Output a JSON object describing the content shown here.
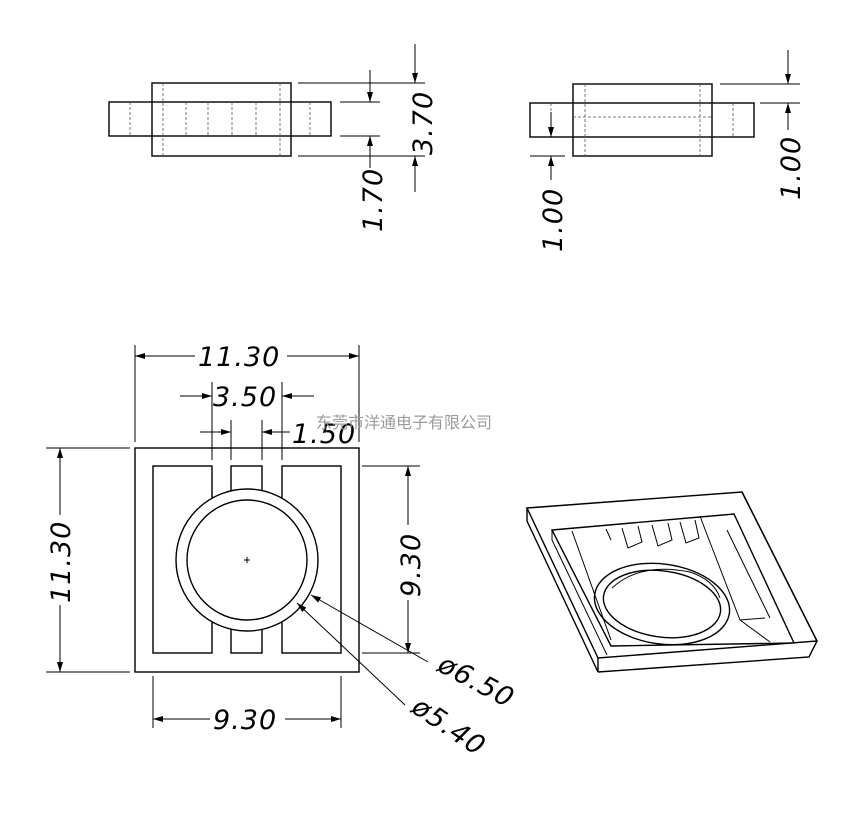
{
  "watermark": "东莞市洋通电子有限公司",
  "dims": {
    "top_left_height": "3.70",
    "top_left_core": "1.70",
    "top_right_a": "1.00",
    "top_right_b": "1.00",
    "width_outer": "11.30",
    "width_center": "3.50",
    "width_slot": "1.50",
    "height_outer": "11.30",
    "height_inner": "9.30",
    "width_inner": "9.30",
    "dia_outer": "ø6.50",
    "dia_inner": "ø5.40"
  }
}
